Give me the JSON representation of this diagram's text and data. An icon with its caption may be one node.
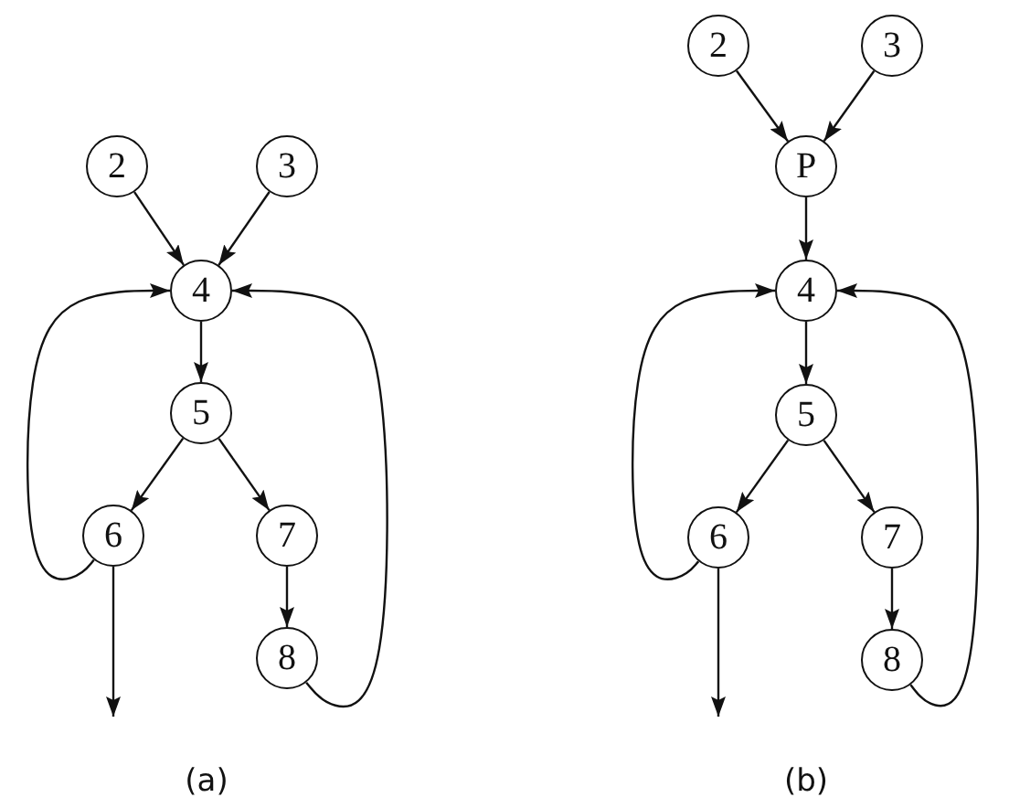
{
  "diagram": {
    "nodes": [
      {
        "text": [
          "2"
        ]
      },
      {
        "text": [
          "3"
        ]
      },
      {
        "text": [
          "4"
        ]
      },
      {
        "text": [
          "5"
        ]
      },
      {
        "text": [
          "6"
        ]
      },
      {
        "text": [
          "7"
        ]
      },
      {
        "text": [
          "8"
        ]
      },
      {
        "text": [
          "2"
        ]
      },
      {
        "text": [
          "3"
        ]
      },
      {
        "text": [
          "P"
        ]
      },
      {
        "text": [
          "4"
        ]
      },
      {
        "text": [
          "5"
        ]
      },
      {
        "text": [
          "6"
        ]
      },
      {
        "text": [
          "7"
        ]
      },
      {
        "text": [
          "8"
        ]
      }
    ],
    "edges": [
      {
        "from": 0,
        "to": 2,
        "arrow": "to"
      },
      {
        "from": 1,
        "to": 2,
        "arrow": "to"
      },
      {
        "from": 2,
        "to": 3,
        "arrow": "to"
      },
      {
        "from": 3,
        "to": 4,
        "arrow": "to"
      },
      {
        "from": 3,
        "to": 5,
        "arrow": "to"
      },
      {
        "from": 5,
        "to": 6,
        "arrow": "to"
      },
      {
        "from": 4,
        "to": 2,
        "arrow": "to"
      },
      {
        "from": 6,
        "to": 2,
        "arrow": "to"
      },
      {
        "from": 4,
        "to": null,
        "arrow": "to"
      },
      {
        "from": 7,
        "to": 9,
        "arrow": "to"
      },
      {
        "from": 8,
        "to": 9,
        "arrow": "to"
      },
      {
        "from": 9,
        "to": 10,
        "arrow": "to"
      },
      {
        "from": 10,
        "to": 11,
        "arrow": "to"
      },
      {
        "from": 11,
        "to": 12,
        "arrow": "to"
      },
      {
        "from": 11,
        "to": 13,
        "arrow": "to"
      },
      {
        "from": 13,
        "to": 14,
        "arrow": "to"
      },
      {
        "from": 12,
        "to": 10,
        "arrow": "to"
      },
      {
        "from": 14,
        "to": 10,
        "arrow": "to"
      },
      {
        "from": 12,
        "to": null,
        "arrow": "to"
      }
    ],
    "labels": [
      "(a)",
      "(b)"
    ]
  }
}
